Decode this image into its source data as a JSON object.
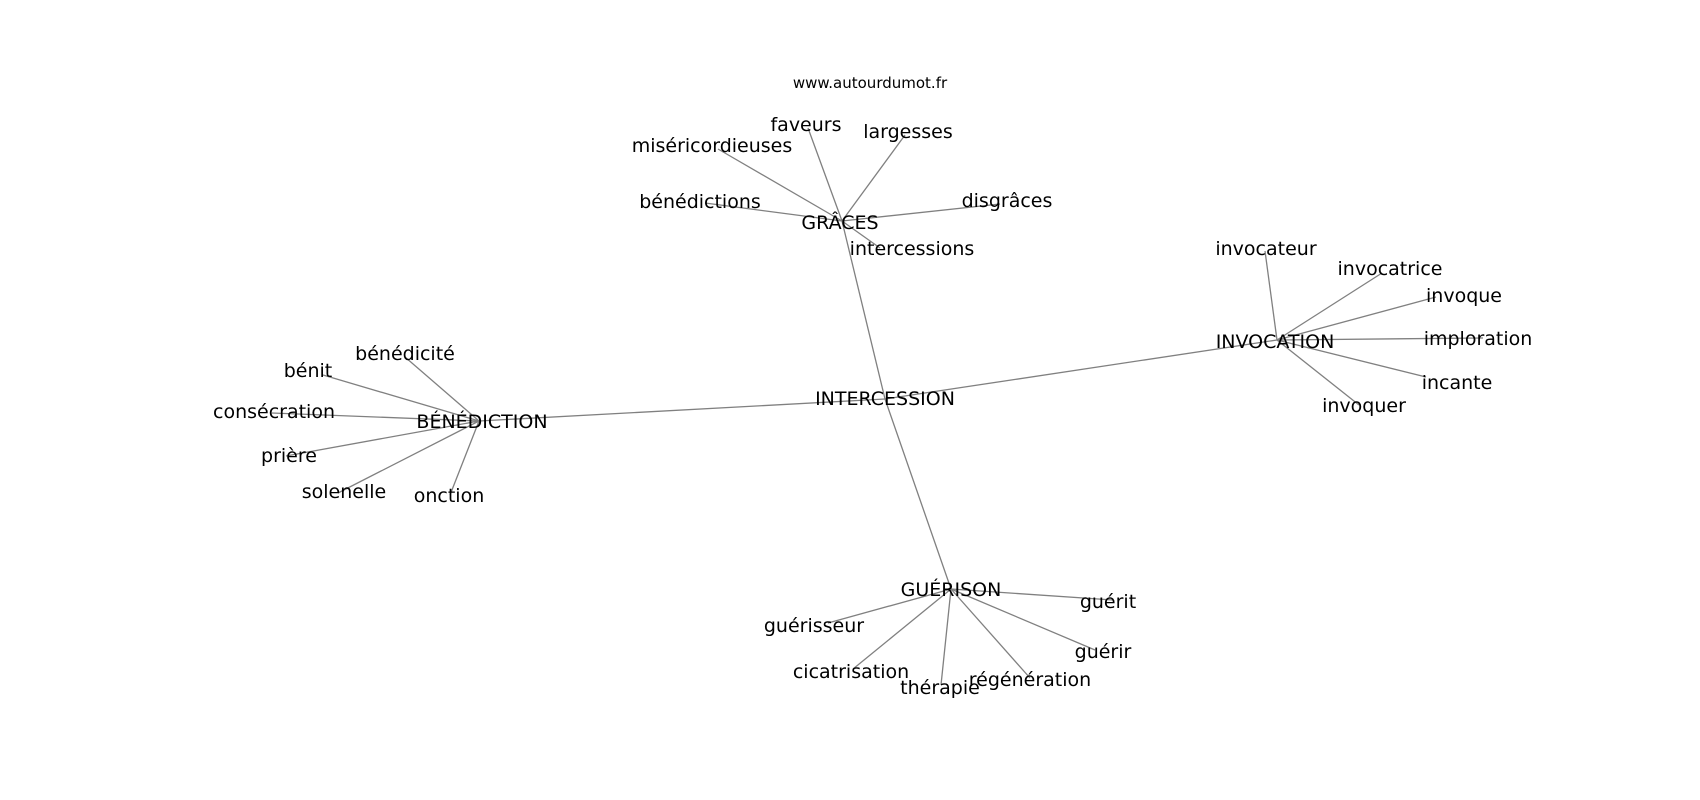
{
  "watermark": "www.autourdumot.fr",
  "colors": {
    "edge": "#808080",
    "text": "#000000",
    "background": "#ffffff"
  },
  "graph": {
    "center": "INTERCESSION",
    "hubs": [
      {
        "id": "graces",
        "label": "GRÂCES",
        "leaves": [
          "faveurs",
          "miséricordieuses",
          "largesses",
          "bénédictions",
          "disgrâces",
          "intercessions"
        ]
      },
      {
        "id": "invocation",
        "label": "INVOCATION",
        "leaves": [
          "invocateur",
          "invocatrice",
          "invoque",
          "imploration",
          "incante",
          "invoquer"
        ]
      },
      {
        "id": "benediction",
        "label": "BÉNÉDICTION",
        "leaves": [
          "bénédicité",
          "bénit",
          "consécration",
          "prière",
          "solenelle",
          "onction"
        ]
      },
      {
        "id": "guerison",
        "label": "GUÉRISON",
        "leaves": [
          "guérit",
          "guérisseur",
          "guérir",
          "cicatrisation",
          "régénération",
          "thérapie"
        ]
      }
    ]
  }
}
